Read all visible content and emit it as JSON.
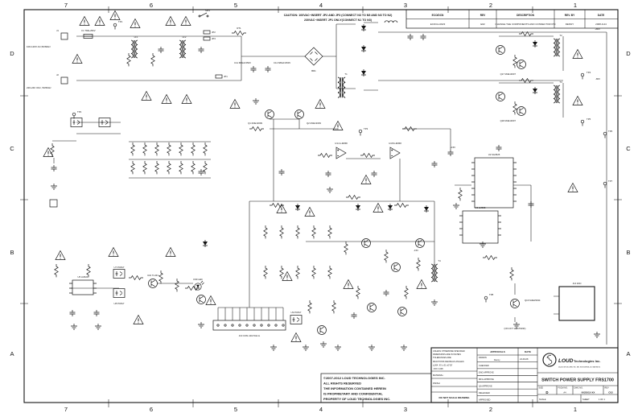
{
  "border": {
    "top": [
      "7",
      "6",
      "5",
      "4",
      "3",
      "2",
      "1"
    ],
    "bottom": [
      "7",
      "6",
      "5",
      "4",
      "3",
      "2",
      "1"
    ],
    "left": [
      "D",
      "C",
      "B",
      "A"
    ],
    "right": [
      "D",
      "C",
      "B",
      "A"
    ]
  },
  "revision_table": {
    "headers": {
      "eco": "ECO/DCN",
      "rev": "REV",
      "description": "DESCRIPTION",
      "rev_by": "REV. BY",
      "date": "DATE"
    },
    "row": {
      "eco": "ECOCH-0023",
      "rev": "E02",
      "description": "CHANGE THE COMPONENTS AND CONNECTOR P/N",
      "rev_by": "DENNY",
      "date": "2008-9-24"
    }
  },
  "caution": {
    "line1": "CAUTION: 100VAC~INSERT JP2 AND JP3 (CONNECT N3 TO N5 AND N3 TO N2)",
    "line2": "230VAC~INSERT JP1 ONLY(CONNECT N1 TO N3)"
  },
  "copyright": {
    "line1": "©2007-2012 LOUD TECHNOLOGIES INC.",
    "line2": "ALL RIGHTS RESERVED",
    "line3": "THE INFORMATION CONTAINED HEREIN",
    "line4": "IS PROPRIETARY AND CONFIDENTIAL",
    "line5": "PROPERTY OF LOUD TECHNOLOGIES INC."
  },
  "title_block": {
    "tol_note1": "UNLESS OTHERWISE SPECIFIED",
    "tol_note2": "DIMENSIONS ARE IN INCHES",
    "tol_note3": "TOLERANCES ARE:",
    "tol_note4": "FRACTIONS  DECIMALS  ANGLES",
    "tol_note5": "±1/64  .XX ±.01  ±0°30'",
    "tol_note6": ".XXX ±.005",
    "material_label": "MATERIAL:",
    "finish_label": "FINISH:",
    "no_scale": "DO NOT SCALE DRAWING",
    "approvals_header": "APPROVALS",
    "date_header": "DATE",
    "rows": [
      [
        "DRAWN",
        "Denny",
        "24-09-08"
      ],
      [
        "CHECKED",
        "",
        ""
      ],
      [
        "ENG APPROVE",
        "",
        ""
      ],
      [
        "MFG APPROVE",
        "",
        ""
      ],
      [
        "QA APPROVE",
        "",
        ""
      ],
      [
        "RELEASED",
        "",
        ""
      ],
      [
        "APPROVED",
        "",
        ""
      ]
    ],
    "company": "LOUD",
    "company_suffix": "Technologies Inc.",
    "company_address": "16220 WOOD-RED RD. NE, WOODINVILLE, WA 98072",
    "drawing_title": "SWITCH POWER SUPPLY FRS1700",
    "size_label": "SIZE",
    "size": "D",
    "fscm_label": "FSCM NO.",
    "fscm": "A4",
    "dwg_label": "DWG NO.",
    "dwg_no": "0025515-XX",
    "rev_label": "REV",
    "rev": "C02",
    "scale_label": "SCALE",
    "sheet_label": "SHEET",
    "sheet_value": "1 OF 1"
  },
  "schematic": {
    "labels": {
      "ac1": "100-120V AC,50/60Hz",
      "ac2": "220-240 VAC, 50/60Hz",
      "j1": "J1",
      "j2": "J2",
      "f1": "F1 T8AL250V",
      "sw1": "SW1",
      "lf1": "LF1",
      "lf2": "LF2",
      "jp1": "JP1",
      "jp2": "JP2",
      "jp3": "JP3",
      "rt1": "RT1",
      "br1": "BR1",
      "c11": "C11 680uF/250V",
      "c12": "C12 680uF/250V",
      "q1": "Q1 MJE13009",
      "q2": "Q2 MJE13009",
      "t1": "T1",
      "t2": "T2",
      "t3": "T3",
      "t4": "T4",
      "q17": "Q17 MJE13007",
      "q18": "Q18 MJE13007",
      "tp1": "TP1",
      "tp2": "TP2",
      "tp3": "TP3",
      "tp4": "TP4",
      "tp5": "TP5",
      "tp6": "TP6",
      "tp7": "TP7",
      "tp8": "TP8",
      "u2": "U2 SG3525",
      "u3a": "U3:A LM358",
      "u3b": "U3:B LM358",
      "u5": "U5 LM324",
      "u6": "U6 LM339",
      "u7": "U7 PC817",
      "u8": "U8 PC817",
      "u9": "U9 PC817",
      "u10": "U10 TL431",
      "d30": "D30 LED",
      "j10": "J10 CON-10/2.54mm",
      "j14": "J14 FAN",
      "q16": "Q16 MJE15034",
      "heatsink": "(ON CKT HEATSINK)",
      "p80": "+80V",
      "m80": "-80V",
      "p15": "+15V",
      "m15": "-15V"
    }
  }
}
